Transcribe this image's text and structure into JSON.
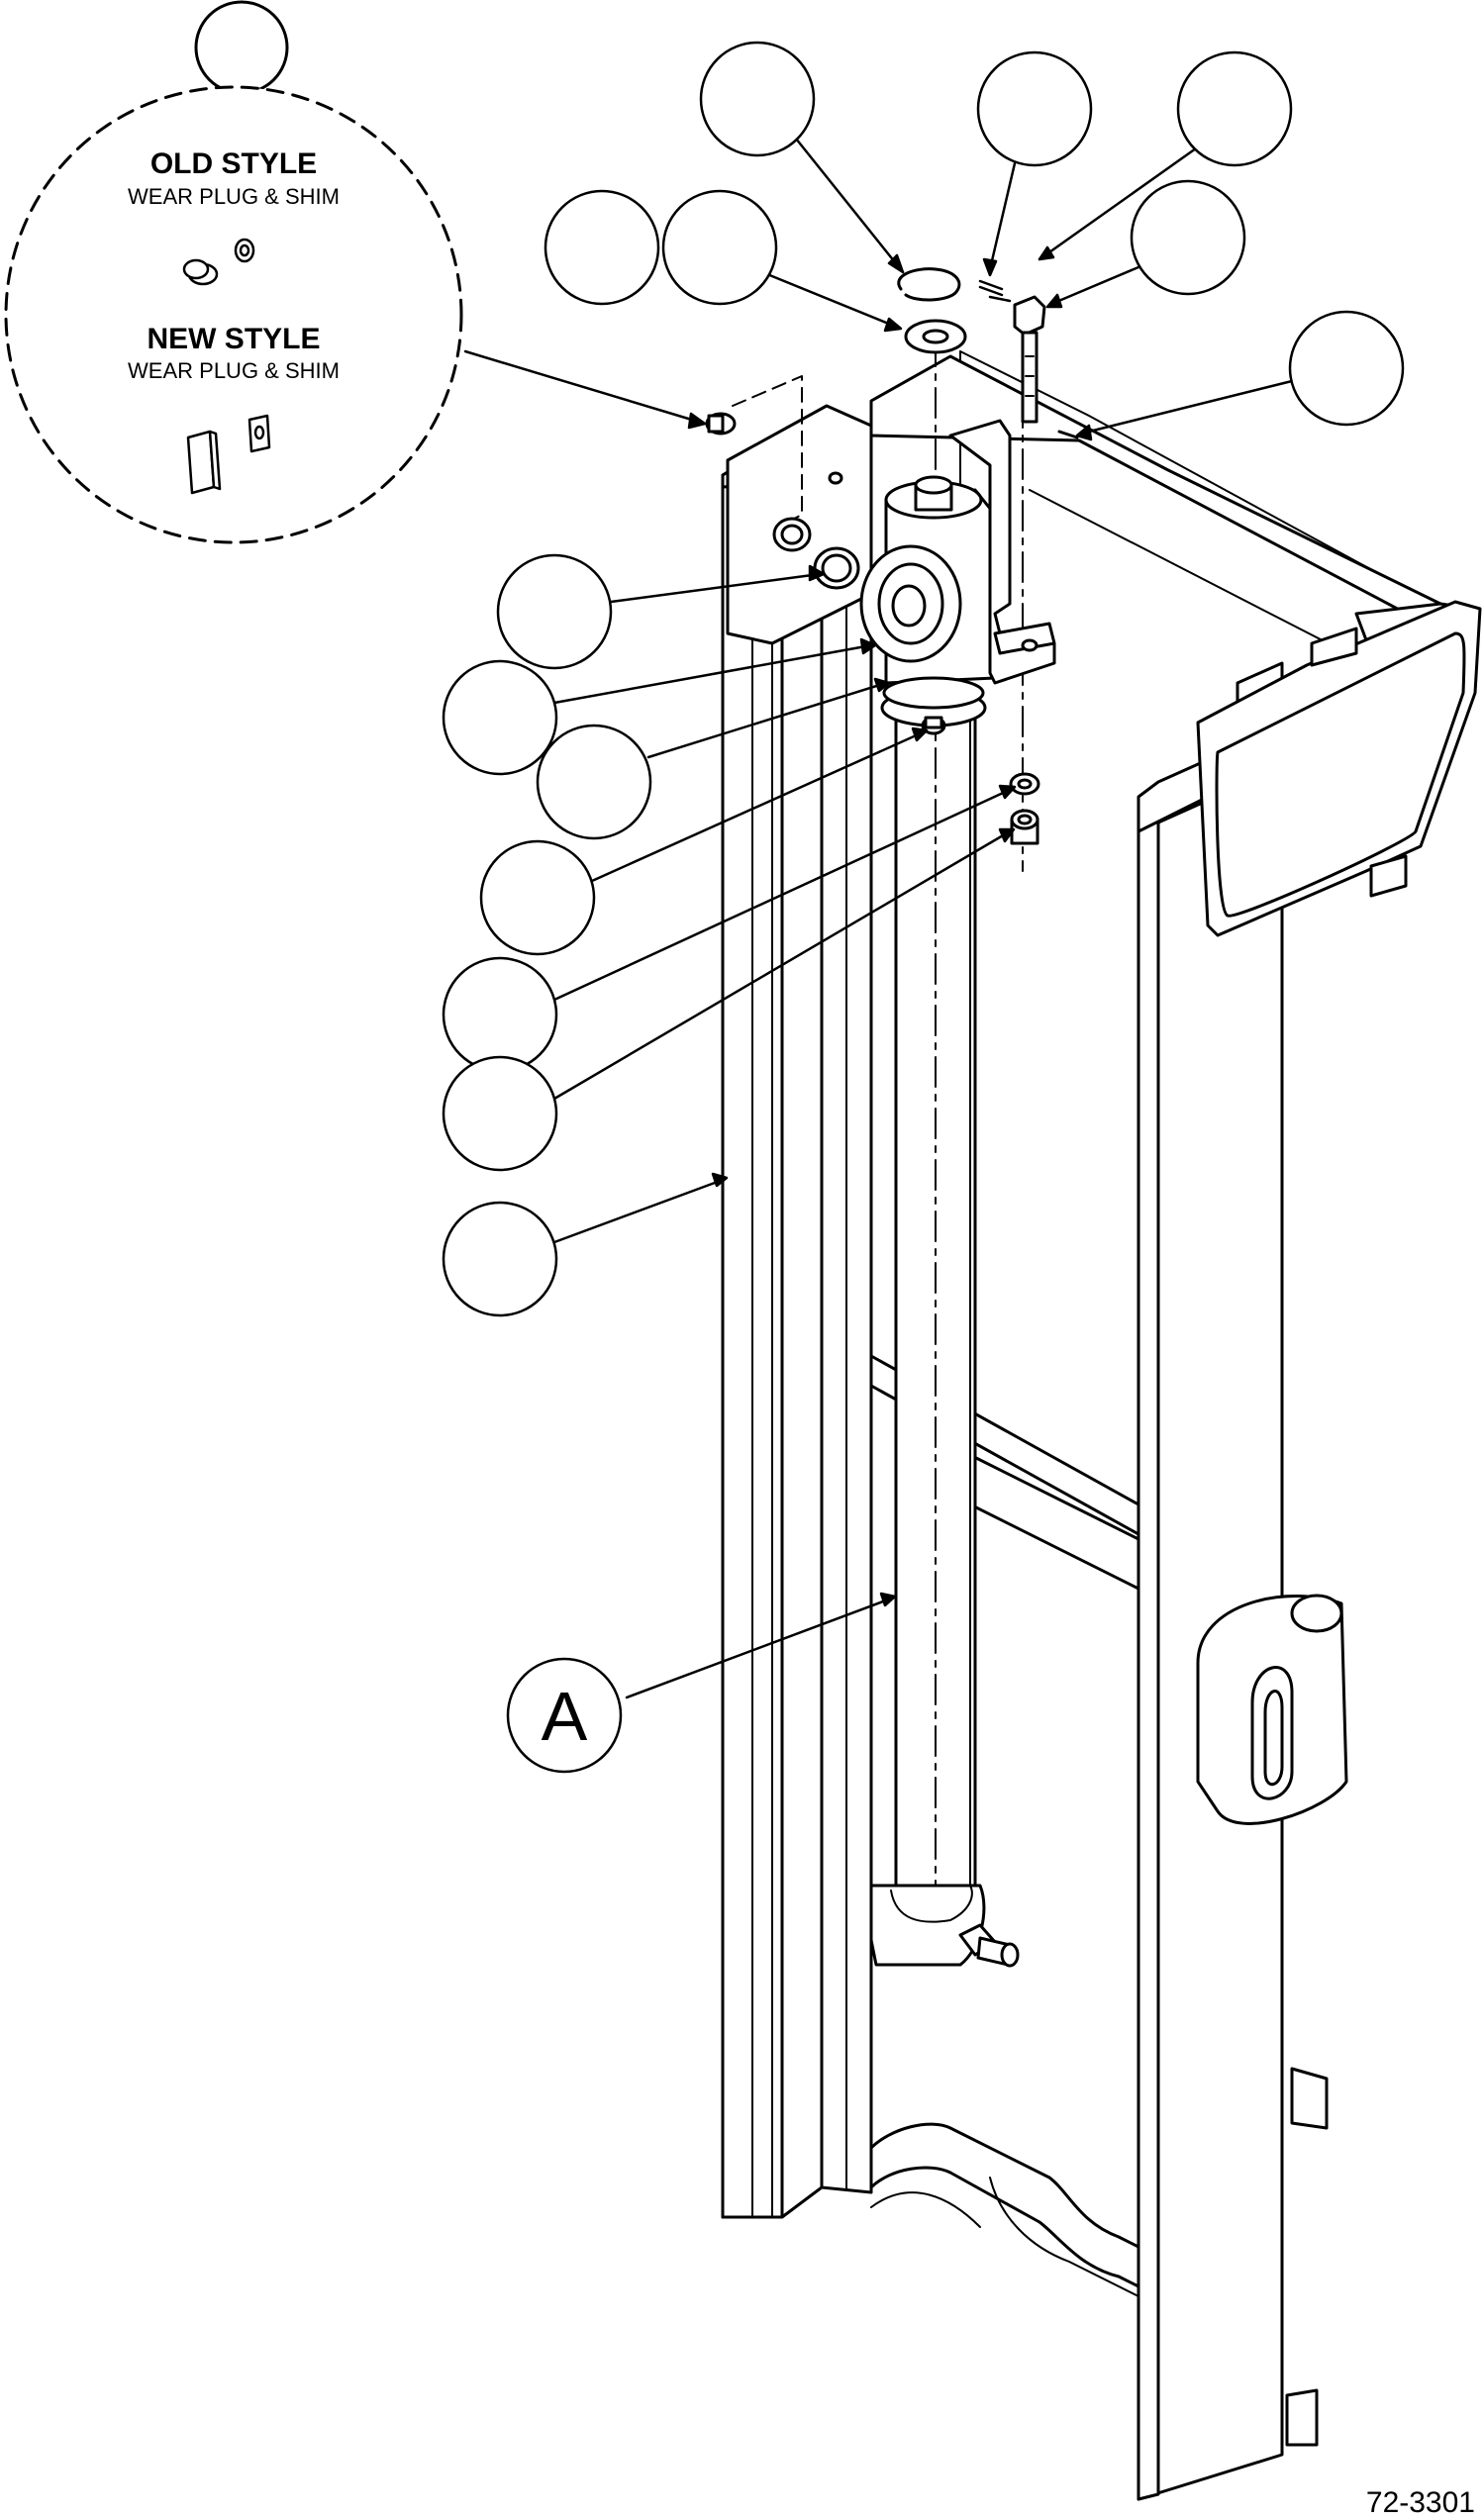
{
  "inset": {
    "old_title": "OLD STYLE",
    "old_subtitle": "WEAR PLUG & SHIM",
    "new_title": "NEW STYLE",
    "new_subtitle": "WEAR PLUG & SHIM"
  },
  "callouts": {
    "a_label": "A"
  },
  "figure_number": "72-3301"
}
